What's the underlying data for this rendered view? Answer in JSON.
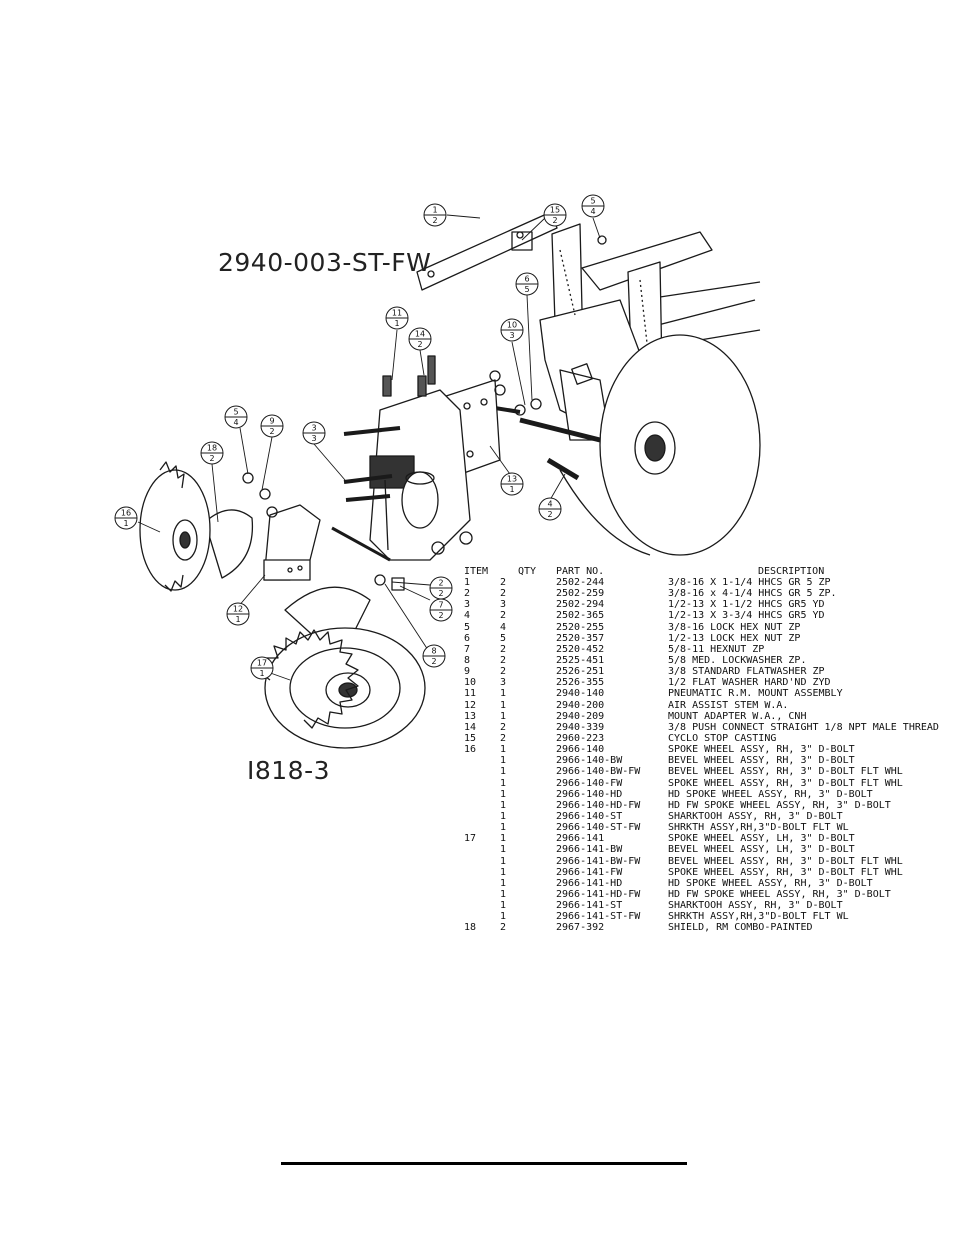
{
  "assembly_label_top": "2940-003-ST-FW",
  "assembly_label_bottom": "I818-3",
  "balloons": [
    {
      "item": "1",
      "qty": "2"
    },
    {
      "item": "15",
      "qty": "2"
    },
    {
      "item": "5",
      "qty": "4"
    },
    {
      "item": "6",
      "qty": "5"
    },
    {
      "item": "10",
      "qty": "3"
    },
    {
      "item": "11",
      "qty": "1"
    },
    {
      "item": "14",
      "qty": "2"
    },
    {
      "item": "5",
      "qty": "4"
    },
    {
      "item": "9",
      "qty": "2"
    },
    {
      "item": "3",
      "qty": "3"
    },
    {
      "item": "18",
      "qty": "2"
    },
    {
      "item": "16",
      "qty": "1"
    },
    {
      "item": "13",
      "qty": "1"
    },
    {
      "item": "4",
      "qty": "2"
    },
    {
      "item": "2",
      "qty": "2"
    },
    {
      "item": "7",
      "qty": "2"
    },
    {
      "item": "12",
      "qty": "1"
    },
    {
      "item": "8",
      "qty": "2"
    },
    {
      "item": "17",
      "qty": "1"
    }
  ],
  "parts_table": {
    "headers": {
      "item": "ITEM",
      "qty": "QTY",
      "part": "PART NO.",
      "desc": "DESCRIPTION"
    },
    "rows": [
      {
        "item": "1",
        "qty": "2",
        "part": "2502-244",
        "desc": "3/8-16 X 1-1/4 HHCS GR 5 ZP"
      },
      {
        "item": "2",
        "qty": "2",
        "part": "2502-259",
        "desc": "3/8-16 x 4-1/4 HHCS GR 5 ZP."
      },
      {
        "item": "3",
        "qty": "3",
        "part": "2502-294",
        "desc": "1/2-13 X 1-1/2 HHCS GR5 YD"
      },
      {
        "item": "4",
        "qty": "2",
        "part": "2502-365",
        "desc": "1/2-13 X 3-3/4 HHCS GR5 YD"
      },
      {
        "item": "5",
        "qty": "4",
        "part": "2520-255",
        "desc": "3/8-16 LOCK HEX NUT ZP"
      },
      {
        "item": "6",
        "qty": "5",
        "part": "2520-357",
        "desc": "1/2-13 LOCK HEX NUT ZP"
      },
      {
        "item": "7",
        "qty": "2",
        "part": "2520-452",
        "desc": "5/8-11 HEXNUT ZP"
      },
      {
        "item": "8",
        "qty": "2",
        "part": "2525-451",
        "desc": "5/8 MED. LOCKWASHER ZP."
      },
      {
        "item": "9",
        "qty": "2",
        "part": "2526-251",
        "desc": "3/8 STANDARD FLATWASHER ZP"
      },
      {
        "item": "10",
        "qty": "3",
        "part": "2526-355",
        "desc": "1/2 FLAT WASHER HARD'ND ZYD"
      },
      {
        "item": "11",
        "qty": "1",
        "part": "2940-140",
        "desc": "PNEUMATIC R.M. MOUNT ASSEMBLY"
      },
      {
        "item": "12",
        "qty": "1",
        "part": "2940-200",
        "desc": "AIR ASSIST STEM W.A."
      },
      {
        "item": "13",
        "qty": "1",
        "part": "2940-209",
        "desc": "MOUNT ADAPTER W.A., CNH"
      },
      {
        "item": "14",
        "qty": "2",
        "part": "2940-339",
        "desc": "3/8 PUSH CONNECT STRAIGHT 1/8 NPT MALE THREAD"
      },
      {
        "item": "15",
        "qty": "2",
        "part": "2960-223",
        "desc": "CYCLO STOP CASTING"
      },
      {
        "item": "16",
        "qty": "1",
        "part": "2966-140",
        "desc": "SPOKE WHEEL ASSY, RH, 3\" D-BOLT"
      },
      {
        "item": "",
        "qty": "1",
        "part": "2966-140-BW",
        "desc": "BEVEL WHEEL ASSY, RH, 3\" D-BOLT"
      },
      {
        "item": "",
        "qty": "1",
        "part": "2966-140-BW-FW",
        "desc": "BEVEL WHEEL ASSY, RH, 3\" D-BOLT FLT WHL"
      },
      {
        "item": "",
        "qty": "1",
        "part": "2966-140-FW",
        "desc": "SPOKE WHEEL ASSY, RH, 3\" D-BOLT FLT WHL"
      },
      {
        "item": "",
        "qty": "1",
        "part": "2966-140-HD",
        "desc": "HD SPOKE WHEEL ASSY, RH, 3\" D-BOLT"
      },
      {
        "item": "",
        "qty": "1",
        "part": "2966-140-HD-FW",
        "desc": "HD FW SPOKE WHEEL ASSY, RH, 3\" D-BOLT"
      },
      {
        "item": "",
        "qty": "1",
        "part": "2966-140-ST",
        "desc": "SHARKTOOH ASSY, RH, 3\" D-BOLT"
      },
      {
        "item": "",
        "qty": "1",
        "part": "2966-140-ST-FW",
        "desc": "SHRKTH ASSY,RH,3\"D-BOLT FLT WL"
      },
      {
        "item": "17",
        "qty": "1",
        "part": "2966-141",
        "desc": "SPOKE WHEEL ASSY, LH, 3\" D-BOLT"
      },
      {
        "item": "",
        "qty": "1",
        "part": "2966-141-BW",
        "desc": "BEVEL WHEEL ASSY, LH, 3\" D-BOLT"
      },
      {
        "item": "",
        "qty": "1",
        "part": "2966-141-BW-FW",
        "desc": "BEVEL WHEEL ASSY, RH, 3\" D-BOLT FLT WHL"
      },
      {
        "item": "",
        "qty": "1",
        "part": "2966-141-FW",
        "desc": "SPOKE WHEEL ASSY, RH, 3\" D-BOLT FLT WHL"
      },
      {
        "item": "",
        "qty": "1",
        "part": "2966-141-HD",
        "desc": "HD SPOKE WHEEL ASSY, RH, 3\" D-BOLT"
      },
      {
        "item": "",
        "qty": "1",
        "part": "2966-141-HD-FW",
        "desc": "HD FW SPOKE WHEEL ASSY, RH, 3\" D-BOLT"
      },
      {
        "item": "",
        "qty": "1",
        "part": "2966-141-ST",
        "desc": "SHARKTOOH ASSY, RH, 3\" D-BOLT"
      },
      {
        "item": "",
        "qty": "1",
        "part": "2966-141-ST-FW",
        "desc": "SHRKTH ASSY,RH,3\"D-BOLT FLT WL"
      },
      {
        "item": "18",
        "qty": "2",
        "part": "2967-392",
        "desc": "SHIELD, RM COMBO-PAINTED"
      }
    ]
  }
}
